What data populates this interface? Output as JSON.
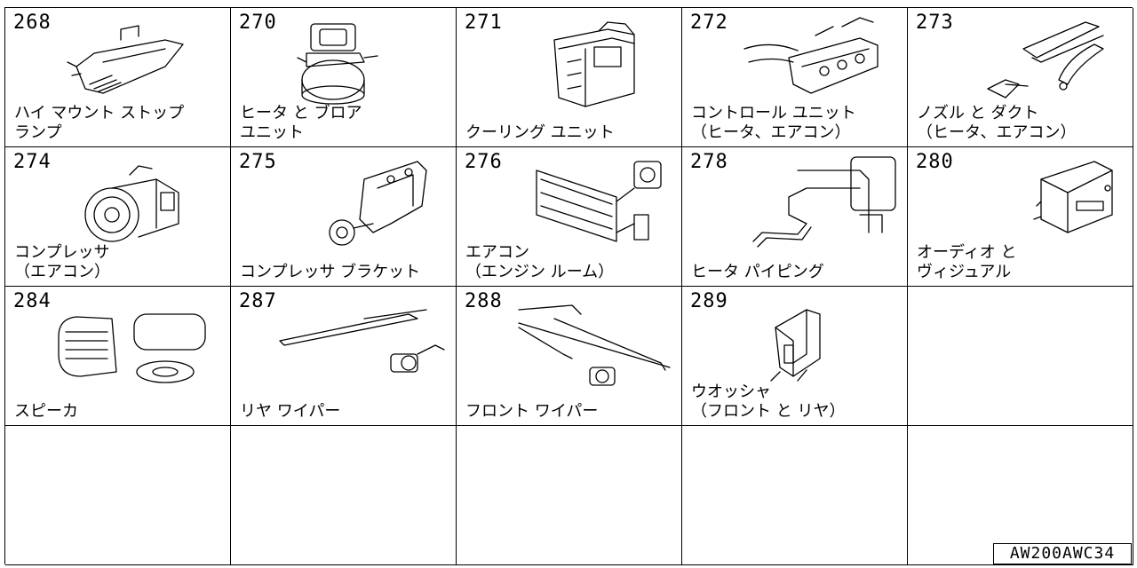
{
  "cells": [
    {
      "number": "268",
      "label": "ハイ マウント ストップ\nランプ",
      "icon": "high-mount-stop-lamp-icon"
    },
    {
      "number": "270",
      "label": "ヒータ と ブロア\nユニット",
      "icon": "heater-blower-unit-icon"
    },
    {
      "number": "271",
      "label": "クーリング ユニット",
      "icon": "cooling-unit-icon"
    },
    {
      "number": "272",
      "label": "コントロール ユニット\n（ヒータ、エアコン）",
      "icon": "control-unit-icon"
    },
    {
      "number": "273",
      "label": "ノズル と ダクト\n（ヒータ、エアコン）",
      "icon": "nozzle-duct-icon"
    },
    {
      "number": "274",
      "label": "コンプレッサ\n（エアコン）",
      "icon": "compressor-icon"
    },
    {
      "number": "275",
      "label": "コンプレッサ ブラケット",
      "icon": "compressor-bracket-icon"
    },
    {
      "number": "276",
      "label": "エアコン\n（エンジン ルーム）",
      "icon": "aircon-engine-room-icon"
    },
    {
      "number": "278",
      "label": "ヒータ パイピング",
      "icon": "heater-piping-icon"
    },
    {
      "number": "280",
      "label": "オーディオ と\nヴィジュアル",
      "icon": "audio-visual-icon"
    },
    {
      "number": "284",
      "label": "スピーカ",
      "icon": "speaker-icon"
    },
    {
      "number": "287",
      "label": "リヤ ワイパー",
      "icon": "rear-wiper-icon"
    },
    {
      "number": "288",
      "label": "フロント ワイパー",
      "icon": "front-wiper-icon"
    },
    {
      "number": "289",
      "label": "ウオッシャ\n（フロント と リヤ）",
      "icon": "washer-icon"
    },
    {
      "number": "",
      "label": "",
      "icon": ""
    },
    {
      "number": "",
      "label": "",
      "icon": ""
    },
    {
      "number": "",
      "label": "",
      "icon": ""
    },
    {
      "number": "",
      "label": "",
      "icon": ""
    },
    {
      "number": "",
      "label": "",
      "icon": ""
    },
    {
      "number": "",
      "label": "",
      "icon": ""
    }
  ],
  "footer_code": "AW200AWC34"
}
